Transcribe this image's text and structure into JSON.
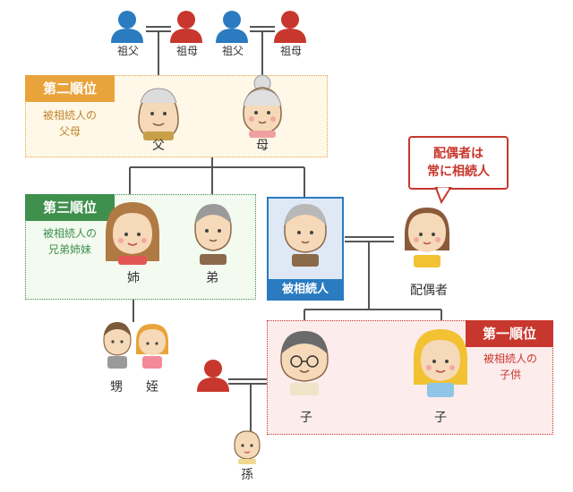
{
  "colors": {
    "male": "#2a7bbf",
    "female": "#c8372d",
    "order2": "#e8a33a",
    "order3": "#3f8f4d",
    "order1": "#c8372d",
    "deceased": "#2a7bbf",
    "line": "#555555"
  },
  "grandparents": [
    {
      "label": "祖父",
      "icon": "male-person-icon"
    },
    {
      "label": "祖母",
      "icon": "female-person-icon"
    },
    {
      "label": "祖父",
      "icon": "male-person-icon"
    },
    {
      "label": "祖母",
      "icon": "female-person-icon"
    }
  ],
  "order2": {
    "tag": "第二順位",
    "desc_line1": "被相続人の",
    "desc_line2": "父母",
    "father": "父",
    "mother": "母"
  },
  "order3": {
    "tag": "第三順位",
    "desc_line1": "被相続人の",
    "desc_line2": "兄弟姉妹",
    "sister": "姉",
    "brother": "弟"
  },
  "deceased": {
    "label": "被相続人"
  },
  "spouse": {
    "label": "配偶者",
    "callout_line1": "配偶者は",
    "callout_line2": "常に相続人"
  },
  "order1": {
    "tag": "第一順位",
    "desc_line1": "被相続人の",
    "desc_line2": "子供",
    "child": "子"
  },
  "nephew": "甥",
  "niece": "姪",
  "grandchild": "孫"
}
